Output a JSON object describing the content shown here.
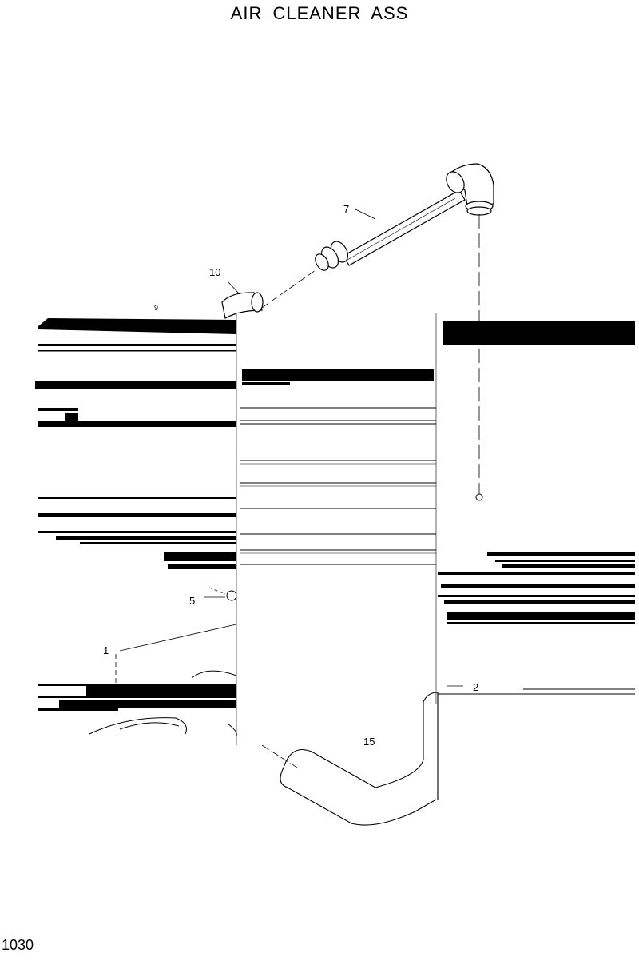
{
  "title": "AIR  CLEANER  ASS",
  "page_number": "1030",
  "callouts": {
    "c7": "7",
    "c10": "10",
    "c9": "9",
    "c5": "5",
    "c1": "1",
    "c2": "2",
    "c15": "15"
  },
  "colors": {
    "ink": "#000000",
    "paper": "#ffffff"
  }
}
